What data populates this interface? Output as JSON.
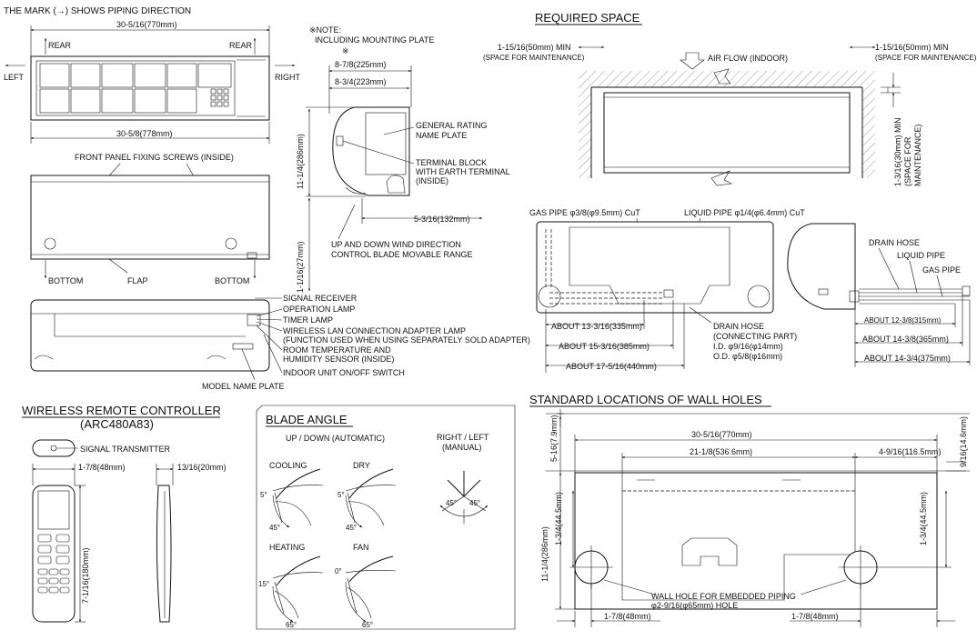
{
  "top_left": {
    "piping_mark": "THE MARK (→) SHOWS PIPING DIRECTION",
    "width_top": "30-5/16(770mm)",
    "rear_left": "REAR",
    "rear_right": "REAR",
    "left": "LEFT",
    "right": "RIGHT",
    "width_bottom": "30-5/8(778mm)",
    "front_panel_screws": "FRONT PANEL FIXING SCREWS (INSIDE)",
    "bottom_left": "BOTTOM",
    "flap": "FLAP",
    "bottom_right": "BOTTOM"
  },
  "side_view": {
    "note_title": "※NOTE:",
    "note_text": "INCLUDING MOUNTING PLATE",
    "note_mark": "※",
    "depth_outer": "8-7/8(225mm)",
    "depth_inner": "8-3/4(223mm)",
    "height": "11-1/4(286mm)",
    "rating_plate_1": "GENERAL RATING",
    "rating_plate_2": "NAME PLATE",
    "terminal_1": "TERMINAL BLOCK",
    "terminal_2": "WITH EARTH TERMINAL",
    "terminal_3": "(INSIDE)",
    "range_dim": "5-3/16(132mm)",
    "blade_range_1": "UP AND DOWN WIND DIRECTION",
    "blade_range_2": "CONTROL BLADE MOVABLE RANGE",
    "bottom_dim": "1-1/16(27mm)"
  },
  "front_labels": {
    "signal_receiver": "SIGNAL RECEIVER",
    "operation_lamp": "OPERATION LAMP",
    "timer_lamp": "TIMER LAMP",
    "wlan_lamp": "WIRELESS LAN CONNECTION ADAPTER LAMP",
    "wlan_note": "(FUNCTION USED WHEN USING SEPARATELY SOLD ADAPTER)",
    "room_temp_1": "ROOM TEMPERATURE AND",
    "room_temp_2": "HUMIDITY SENSOR (INSIDE)",
    "onoff_switch": "INDOOR UNIT ON/OFF SWITCH",
    "model_plate": "MODEL NAME PLATE"
  },
  "required_space": {
    "title": "REQUIRED SPACE",
    "left_min": "1-15/16(50mm) MIN",
    "left_note": "(SPACE FOR MAINTENANCE)",
    "air_flow": "AIR FLOW (INDOOR)",
    "right_min": "1-15/16(50mm) MIN",
    "right_note": "(SPACE FOR MAINTENANCE)",
    "top_min": "1-3/16(30mm) MIN",
    "top_note_1": "(SPACE FOR",
    "top_note_2": "MAINTENANCE)"
  },
  "piping": {
    "gas_pipe": "GAS PIPE φ3/8(φ9.5mm) CuT",
    "liquid_pipe": "LIQUID PIPE φ1/4(φ6.4mm) CuT",
    "drain_hose": "DRAIN HOSE",
    "liquid_pipe_2": "LIQUID PIPE",
    "gas_pipe_2": "GAS PIPE",
    "about_335": "ABOUT 13-3/16(335mm)",
    "about_385": "ABOUT 15-3/16(385mm)",
    "about_440": "ABOUT 17-5/16(440mm)",
    "drain_conn_1": "DRAIN HOSE",
    "drain_conn_2": "(CONNECTING PART)",
    "drain_id": "I.D. φ9/16(φ14mm)",
    "drain_od": "O.D. φ5/8(φ16mm)",
    "about_315": "ABOUT 12-3/8(315mm)",
    "about_365": "ABOUT 14-3/8(365mm)",
    "about_375": "ABOUT 14-3/4(375mm)"
  },
  "remote": {
    "title": "WIRELESS REMOTE CONTROLLER",
    "model": "(ARC480A83)",
    "transmitter": "SIGNAL TRANSMITTER",
    "width": "1-7/8(48mm)",
    "thickness": "13/16(20mm)",
    "height": "7-1/16(180mm)"
  },
  "blade_angle": {
    "title": "BLADE ANGLE",
    "updown": "UP / DOWN (AUTOMATIC)",
    "rightleft_1": "RIGHT / LEFT",
    "rightleft_2": "(MANUAL)",
    "cooling": "COOLING",
    "dry": "DRY",
    "heating": "HEATING",
    "fan": "FAN",
    "a5": "5°",
    "a45": "45°",
    "a15": "15°",
    "a0": "0°",
    "a65": "65°",
    "rl45": "45°"
  },
  "wall_holes": {
    "title": "STANDARD LOCATIONS OF WALL HOLES",
    "w770": "30-5/16(770mm)",
    "w536": "21-1/8(536.6mm)",
    "w116": "4-9/16(116.5mm)",
    "h79": "5-16(7.9mm)",
    "h146": "9/16(14.6mm)",
    "h286": "11-1/4(286mm)",
    "h445l": "1-3/4(44.5mm)",
    "h445r": "1-3/4(44.5mm)",
    "hole_1": "WALL HOLE FOR EMBEDDED PIPING",
    "hole_2": "φ2-9/16(φ65mm) HOLE",
    "b48l": "1-7/8(48mm)",
    "b48r": "1-7/8(48mm)"
  }
}
